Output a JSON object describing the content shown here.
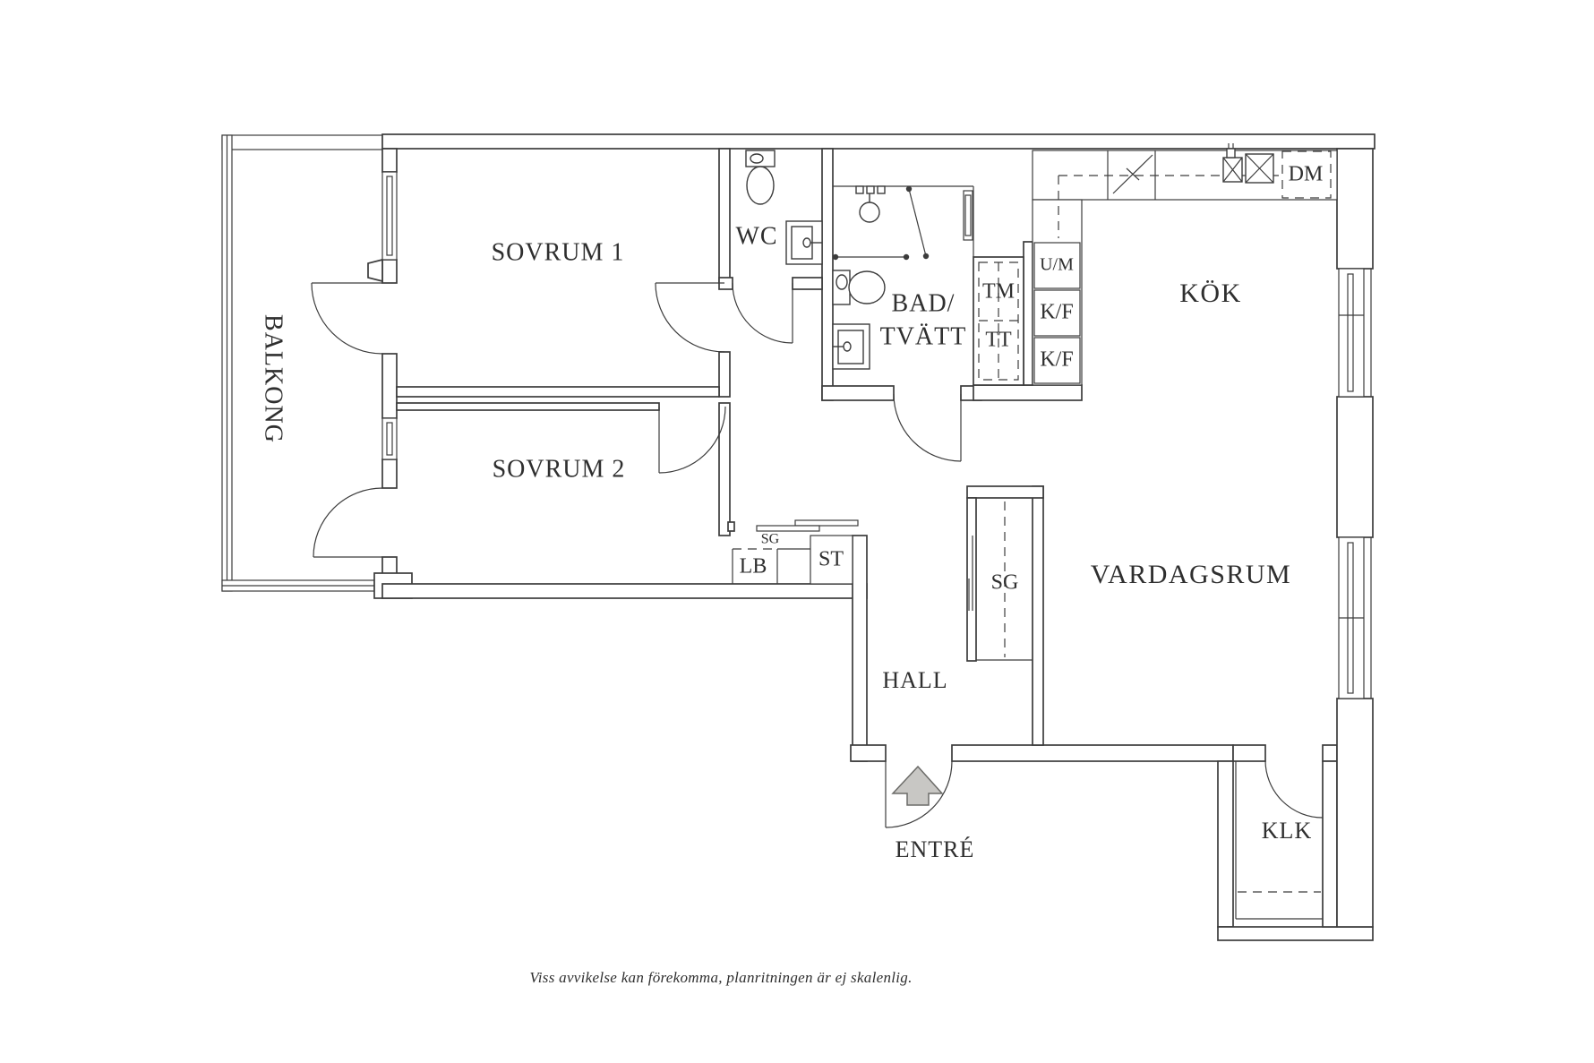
{
  "colors": {
    "line": "#3c3c3c",
    "text": "#2f2f2f",
    "arrow_fill": "#c8c7c4",
    "arrow_stroke": "#6b6b68",
    "background": "#ffffff"
  },
  "rooms": {
    "balkong": {
      "label": "BALKONG"
    },
    "sovrum1": {
      "label": "SOVRUM 1"
    },
    "sovrum2": {
      "label": "SOVRUM 2"
    },
    "wc": {
      "label": "WC"
    },
    "bad": {
      "label_line1": "BAD/",
      "label_line2": "TVÄTT"
    },
    "kok": {
      "label": "KÖK"
    },
    "vardagsrum": {
      "label": "VARDAGSRUM"
    },
    "hall": {
      "label": "HALL"
    },
    "entre": {
      "label": "ENTRÉ"
    },
    "klk": {
      "label": "KLK"
    }
  },
  "fixtures": {
    "tm": "TM",
    "tt": "TT",
    "um": "U/M",
    "kf_upper": "K/F",
    "kf_lower": "K/F",
    "dm": "DM",
    "sg_hall_closet": "SG",
    "sg_bedroom_closet": "SG",
    "lb": "LB",
    "st": "ST"
  },
  "footer": {
    "note": "Viss avvikelse kan förekomma, planritningen är ej skalenlig."
  }
}
